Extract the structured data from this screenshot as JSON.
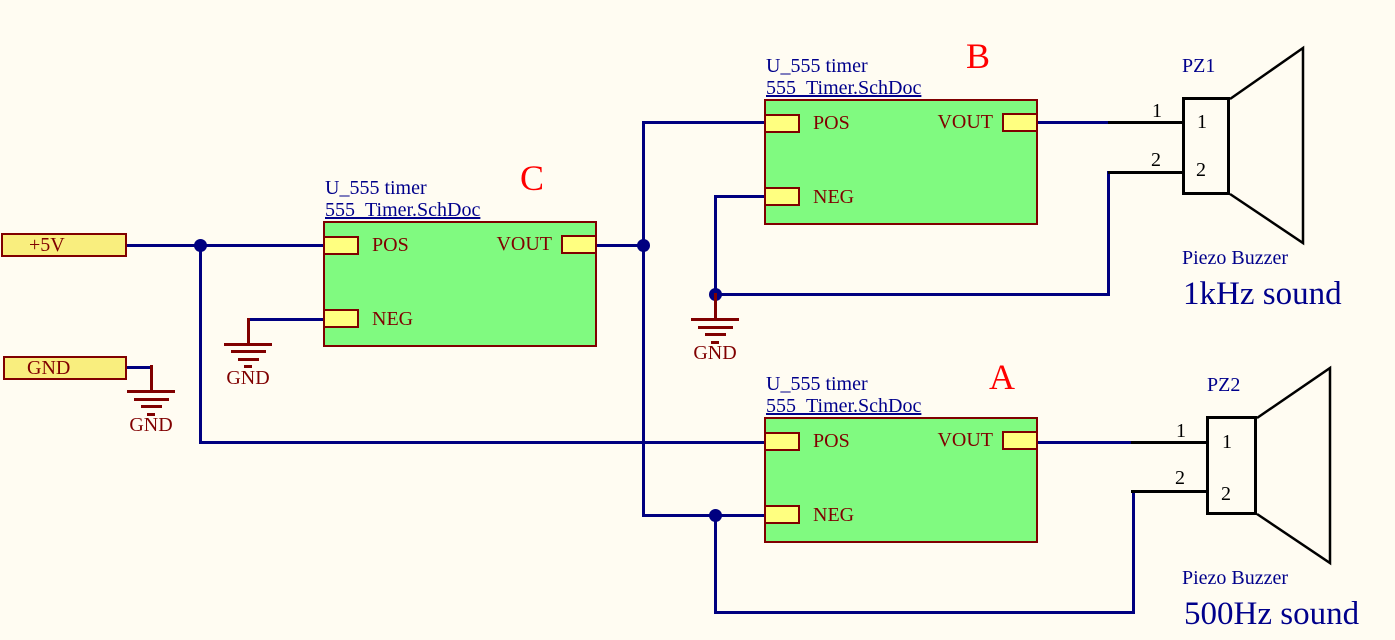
{
  "palette": {
    "background": "#FFFCF2",
    "wire_blue": "#000080",
    "text_blue": "#00008B",
    "maroon": "#800000",
    "sheet_fill_green": "#80FA80",
    "entry_yellow": "#FFFF80",
    "port_yellow": "#F9EE7E",
    "tag_red": "#FF0000",
    "black": "#000000"
  },
  "power_ports": {
    "vcc": {
      "label": "+5V"
    },
    "gnd": {
      "label": "GND"
    }
  },
  "gnd_symbol_label": "GND",
  "sheet_symbols": [
    {
      "tag": "C",
      "designator": "U_555 timer",
      "filename": "555_Timer.SchDoc",
      "entries": {
        "pos": "POS",
        "neg": "NEG",
        "vout": "VOUT"
      }
    },
    {
      "tag": "B",
      "designator": "U_555 timer",
      "filename": "555_Timer.SchDoc",
      "entries": {
        "pos": "POS",
        "neg": "NEG",
        "vout": "VOUT"
      }
    },
    {
      "tag": "A",
      "designator": "U_555 timer",
      "filename": "555_Timer.SchDoc",
      "entries": {
        "pos": "POS",
        "neg": "NEG",
        "vout": "VOUT"
      }
    }
  ],
  "buzzers": [
    {
      "refdes": "PZ1",
      "comment": "Piezo Buzzer",
      "caption": "1kHz sound",
      "pins": [
        "1",
        "2"
      ]
    },
    {
      "refdes": "PZ2",
      "comment": "Piezo Buzzer",
      "caption": "500Hz sound",
      "pins": [
        "1",
        "2"
      ]
    }
  ]
}
